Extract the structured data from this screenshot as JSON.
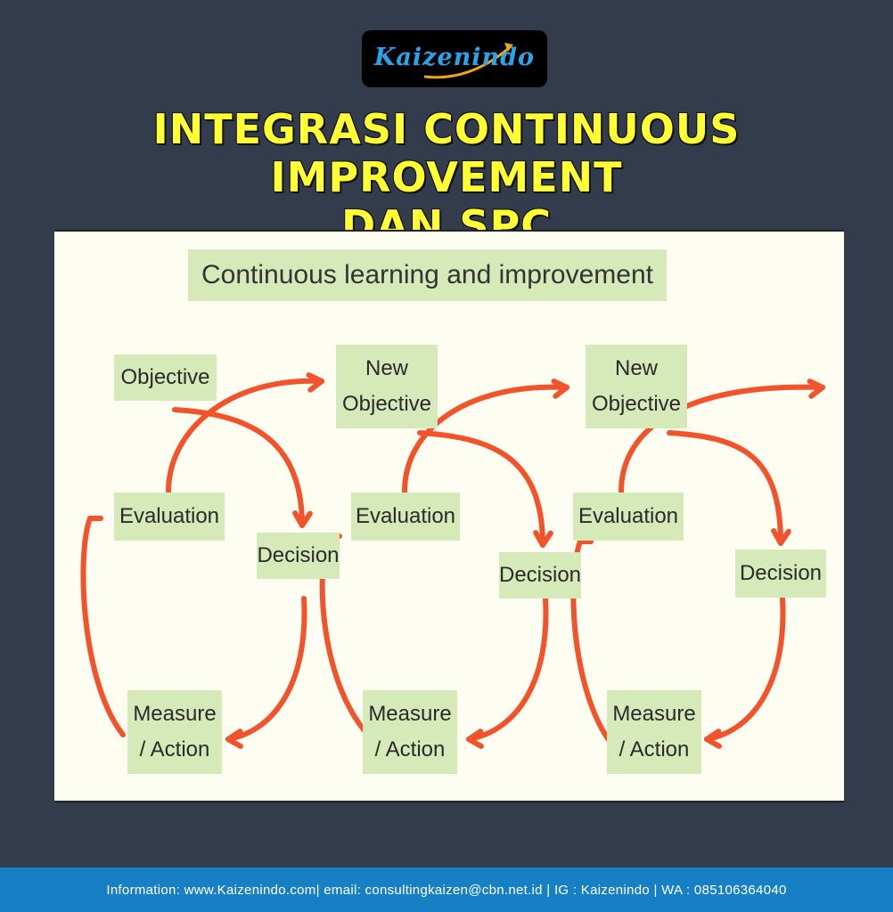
{
  "logo": {
    "text": "Kaizenindo"
  },
  "title": {
    "line1": "INTEGRASI CONTINUOUS IMPROVEMENT",
    "line2": "DAN SPC"
  },
  "diagram": {
    "heading": "Continuous learning and improvement",
    "cycle1": {
      "objective": "Objective",
      "evaluation": "Evaluation",
      "decision": "Decision",
      "measure": "Measure\n/ Action"
    },
    "cycle2": {
      "objective": "New\nObjective",
      "evaluation": "Evaluation",
      "decision": "Decision",
      "measure": "Measure\n/ Action"
    },
    "cycle3": {
      "objective": "New\nObjective",
      "evaluation": "Evaluation",
      "decision": "Decision",
      "measure": "Measure\n/ Action"
    },
    "arrow_color": "#f2532b",
    "box_color": "#d6eab9"
  },
  "footer": {
    "text": "Information: www.Kaizenindo.com| email: consultingkaizen@cbn.net.id | IG : Kaizenindo | WA : 085106364040"
  }
}
